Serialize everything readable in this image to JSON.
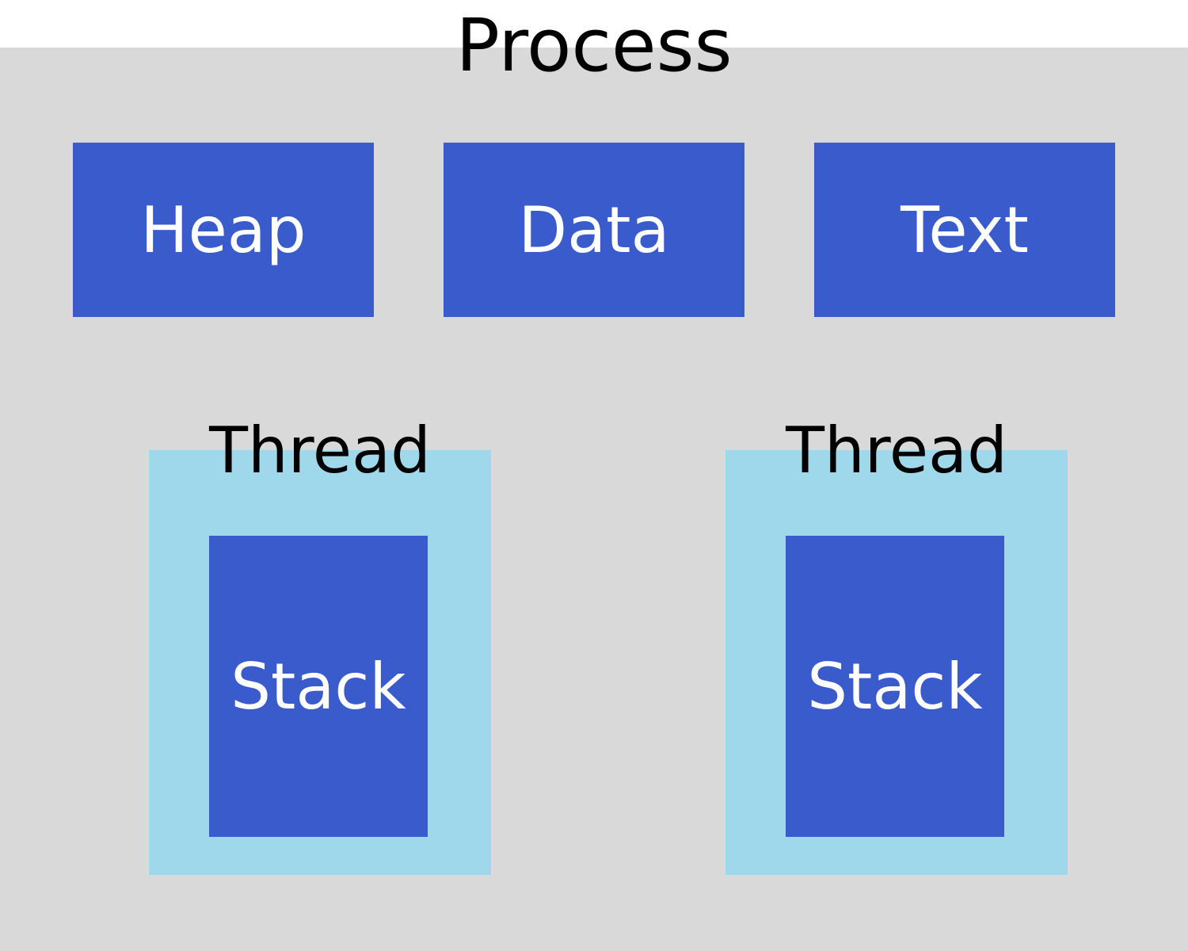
{
  "process": {
    "title": "Process",
    "segments": [
      {
        "label": "Heap"
      },
      {
        "label": "Data"
      },
      {
        "label": "Text"
      }
    ]
  },
  "threads": [
    {
      "label": "Thread",
      "stack_label": "Stack"
    },
    {
      "label": "Thread",
      "stack_label": "Stack"
    }
  ],
  "colors": {
    "process_background": "#d9d9d9",
    "segment_fill": "#3a5bcc",
    "thread_fill": "#a0d8eb",
    "segment_text": "#ffffff",
    "label_text": "#000000"
  }
}
